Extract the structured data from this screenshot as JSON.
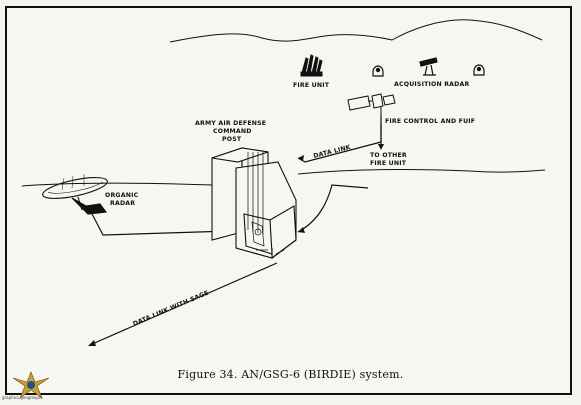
{
  "labels": {
    "fire_unit": "FIRE UNIT",
    "acquisition_radar": "ACQUISITION RADAR",
    "fire_control": "FIRE CONTROL AND FUIF",
    "data_link": "DATA LINK",
    "to_other_line1": "TO OTHER",
    "to_other_line2": "FIRE UNIT",
    "cmd_line1": "ARMY AIR DEFENSE",
    "cmd_line2": "COMMAND",
    "cmd_line3": "POST",
    "organic_line1": "ORGANIC",
    "organic_line2": "RADAR",
    "sage_link": "DATA LINK WITH SAGE"
  },
  "caption": "Figure 34.  AN/GSG-6 (BIRDIE) system.",
  "watermark": "graphics.googleapis",
  "colors": {
    "ink": "#111111",
    "paper": "#f6f6f3"
  }
}
